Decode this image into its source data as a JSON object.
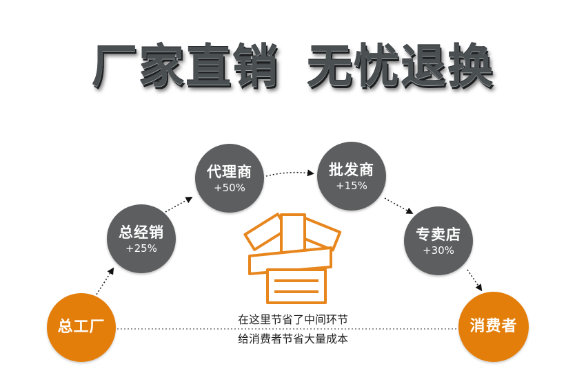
{
  "headline": {
    "part1": "厂家直销",
    "part2": "无忧退换"
  },
  "nodes": [
    {
      "name": "总工厂",
      "pct": ""
    },
    {
      "name": "总经销",
      "pct": "+25%"
    },
    {
      "name": "代理商",
      "pct": "+50%"
    },
    {
      "name": "批发商",
      "pct": "+15%"
    },
    {
      "name": "专卖店",
      "pct": "+30%"
    },
    {
      "name": "消费者",
      "pct": ""
    }
  ],
  "center_icon": "save-character-icon",
  "caption": {
    "line1": "在这里节省了中间环节",
    "line2": "给消费者节省大量成本"
  },
  "colors": {
    "gray_node": "#5d5e5f",
    "orange_node": "#e47e0a",
    "icon_orange": "#e8861e",
    "headline": "#4a4f52"
  }
}
